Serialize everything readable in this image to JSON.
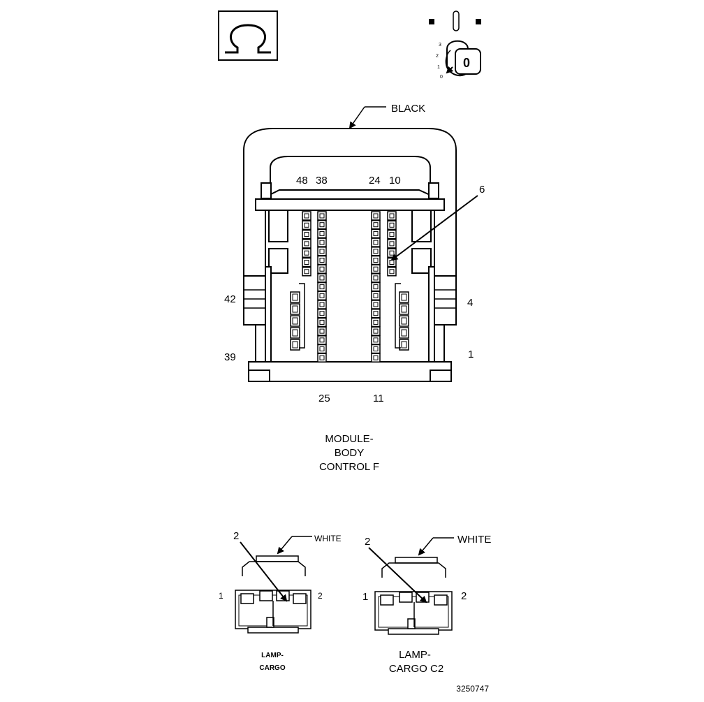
{
  "top_left_symbol": {
    "icon": "omega-symbol-icon"
  },
  "key_switch": {
    "icon": "ignition-key-icon",
    "positions": [
      "3",
      "2",
      "1",
      "0"
    ],
    "key_label": "0"
  },
  "module_connector": {
    "color_label": "BLACK",
    "pin_labels_top": [
      "48",
      "38",
      "24",
      "10"
    ],
    "pin_labels_bottom": [
      "25",
      "11"
    ],
    "left_labels": [
      "42",
      "39"
    ],
    "right_labels": [
      "4",
      "1"
    ],
    "callout_pin": "6",
    "name_lines": [
      "MODULE-",
      "BODY",
      "CONTROL F"
    ]
  },
  "lamp_connector_1": {
    "color_label": "WHITE",
    "callout_pin": "2",
    "left_pin": "1",
    "right_pin": "2",
    "name_lines": [
      "LAMP-",
      "CARGO"
    ]
  },
  "lamp_connector_2": {
    "color_label": "WHITE",
    "callout_pin": "2",
    "left_pin": "1",
    "right_pin": "2",
    "name_lines": [
      "LAMP-",
      "CARGO C2"
    ]
  },
  "figure_id": "3250747"
}
